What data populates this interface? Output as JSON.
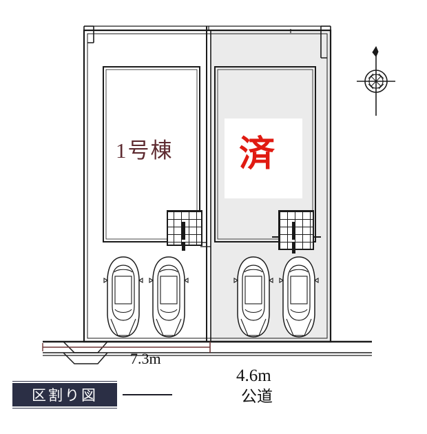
{
  "figure": {
    "title": "区割り図",
    "caption_label": "区割り図",
    "type": "site-plot-plan"
  },
  "lots": [
    {
      "id": "lot-1",
      "label": "1号棟",
      "status_stamp": null,
      "fill_color": "#ffffff",
      "label_color": "#5d2a30",
      "parking_spaces": 2,
      "has_terrace_grid": true,
      "frontage_label": "7.3m"
    },
    {
      "id": "lot-2",
      "label": "",
      "status_stamp": "済",
      "fill_color": "#ebebeb",
      "stamp_color": "#e01b12",
      "parking_spaces": 2,
      "has_terrace_grid": true,
      "frontage_label": ""
    }
  ],
  "dimensions": {
    "lot1_frontage": "7.3m",
    "road_width": "4.6m",
    "road_type": "公道"
  },
  "compass": {
    "name": "north-arrow",
    "direction": "N"
  },
  "icons": {
    "car": "car-icon",
    "terrace_grid": "terrace-grid-icon",
    "compass": "compass-north-icon",
    "driveway_curb_cut": "curb-cut-icon"
  },
  "colors": {
    "lot_shaded": "#ebebeb",
    "outline": "#1a1a1a",
    "stamp_red": "#e01b12",
    "label_maroon": "#5d2a30",
    "caption_bg": "#2b2f45",
    "dim_line_red": "#7a3b3b"
  }
}
